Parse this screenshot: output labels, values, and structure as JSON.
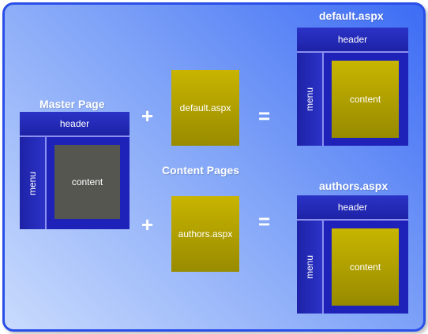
{
  "titles": {
    "master": "Master Page",
    "content_pages": "Content Pages",
    "default": "default.aspx",
    "authors": "authors.aspx"
  },
  "operators": {
    "plus": "+",
    "equals": "="
  },
  "layout": {
    "header": "header",
    "menu": "menu",
    "content": "content"
  },
  "content_pages": {
    "default": "default.aspx",
    "authors": "authors.aspx"
  },
  "colors": {
    "background_gradient_start": "#3d6cf5",
    "background_gradient_end": "#c9dbfd",
    "border": "#2a4fe8",
    "master_frame": "#1f22b8",
    "master_content": "#55564f",
    "content_page": "#b8a600"
  }
}
